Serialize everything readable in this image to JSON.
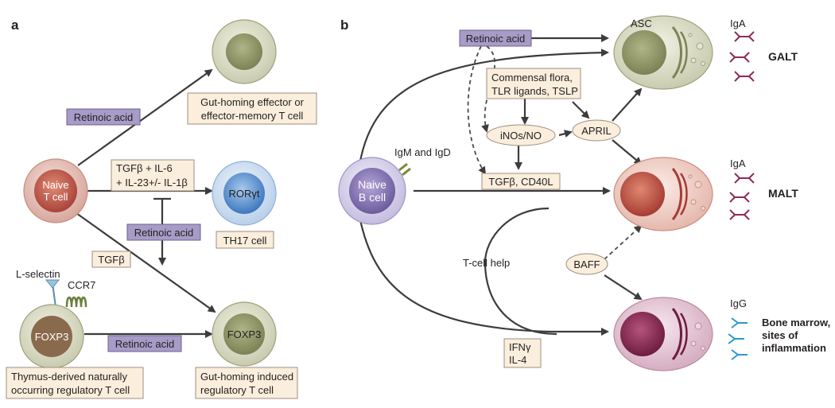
{
  "panel_a": {
    "label": "a",
    "naive_t": [
      "Naive",
      "T cell"
    ],
    "gut_effector_caption": [
      "Gut-homing effector or",
      "effector-memory T cell"
    ],
    "ra_top": "Retinoic acid",
    "cytokines": [
      "TGFβ + IL-6",
      "+ IL-23+/- IL-1β"
    ],
    "rorgt": "RORγt",
    "ra_mid": "Retinoic acid",
    "th17": "TH17 cell",
    "tgfb": "TGFβ",
    "l_selectin": "L-selectin",
    "ccr7": "CCR7",
    "foxp3_left": "FOXP3",
    "foxp3_right": "FOXP3",
    "ra_bottom": "Retinoic acid",
    "treg_natural": [
      "Thymus-derived naturally",
      "occurring regulatory T cell"
    ],
    "treg_induced": [
      "Gut-homing induced",
      "regulatory T cell"
    ]
  },
  "panel_b": {
    "label": "b",
    "ra": "Retinoic acid",
    "asc": "ASC",
    "iga_top": "IgA",
    "galt": "GALT",
    "commensal": [
      "Commensal flora,",
      "TLR ligands, TSLP"
    ],
    "inos": "iNOs/NO",
    "april": "APRIL",
    "tgfb_cd40l": "TGFβ, CD40L",
    "igm_igd": "IgM and IgD",
    "naive_b": [
      "Naive",
      "B cell"
    ],
    "iga_mid": "IgA",
    "malt": "MALT",
    "tcell_help": "T-cell help",
    "baff": "BAFF",
    "igg": "IgG",
    "ifn": [
      "IFNγ",
      "IL-4"
    ],
    "bone_marrow": [
      "Bone marrow,",
      "sites of",
      "inflammation"
    ]
  },
  "colors": {
    "naive_t": "#c86a5c",
    "olive": "#9aa07a",
    "ror": "#4f87c4",
    "purple_cell": "#7b6aa6",
    "iga_magenta": "#8e2a55",
    "igg_blue": "#2a9ad0"
  }
}
